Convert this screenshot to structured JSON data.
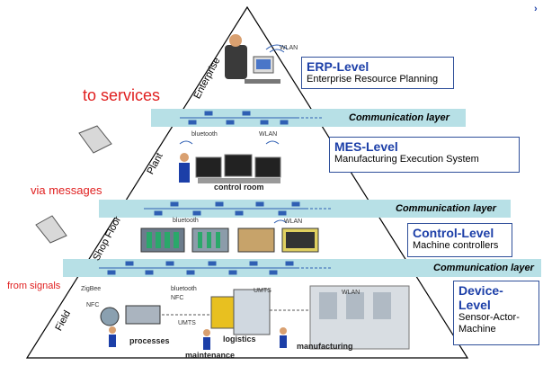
{
  "nav": {
    "arrow_icon": "chevron-right-icon"
  },
  "left_labels": {
    "services": "to services",
    "messages": "via messages",
    "signals": "from signals"
  },
  "pyramid_labels": {
    "enterprise": "Enterprise",
    "plant": "Plant",
    "shop_floor": "Shop Floor",
    "field": "Field"
  },
  "levels": [
    {
      "title": "ERP-Level",
      "subtitle": "Enterprise Resource Planning"
    },
    {
      "title": "MES-Level",
      "subtitle": "Manufacturing Execution System"
    },
    {
      "title": "Control-Level",
      "subtitle": "Machine controllers"
    },
    {
      "title": "Device-Level",
      "subtitle": "Sensor-Actor-Machine"
    }
  ],
  "comm_layers": [
    "Communication layer",
    "Communication layer",
    "Communication layer"
  ],
  "wireless_labels": {
    "wlan": "WLAN",
    "bluetooth": "bluetooth",
    "zigbee": "ZigBee",
    "nfc": "NFC",
    "umts": "UMTS"
  },
  "scene_labels": {
    "control_room": "control room",
    "processes": "processes",
    "logistics": "logistics",
    "maintenance": "maintenance",
    "manufacturing": "manufacturing"
  },
  "colors": {
    "pyramid_fill": "#ffffff",
    "band": "#b7e0e6",
    "level_title": "#1c3fa8",
    "red_text": "#e02020",
    "node": "#2f5fb3"
  }
}
